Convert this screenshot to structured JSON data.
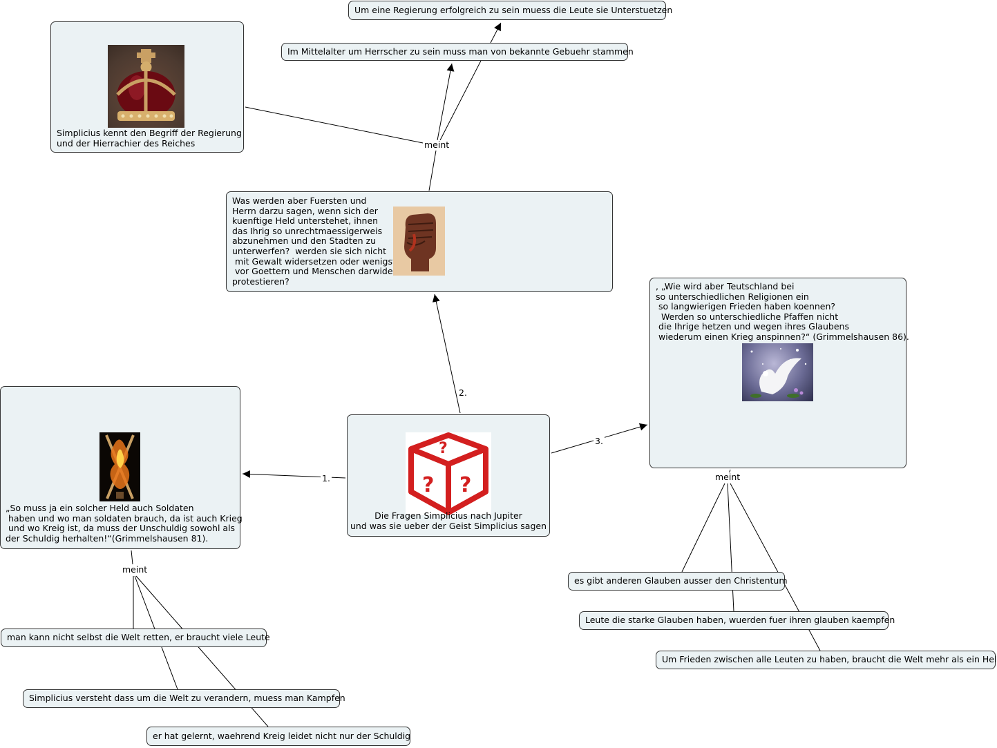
{
  "center": {
    "text": "Die Fragen Simplicius nach Jupiter\nund was sie ueber der Geist Simplicius sagen",
    "icon": "question-dice-icon",
    "colors": {
      "dice": "#d31f1f"
    }
  },
  "left_quote": {
    "text": "„So muss ja ein solcher Held auch Soldaten\n haben und wo man soldaten brauch, da ist auch Krieg\n und wo Kreig ist, da muss der Unschuldig sowohl als\nder Schuldig herhalten!“(Grimmelshausen 81).",
    "icon": "crossed-swords-fire-icon"
  },
  "top_quote": {
    "text": "Was werden aber Fuersten und\nHerrn darzu sagen, wenn sich der\nkuenftige Held unterstehet, ihnen\ndas Ihrig so unrechtmaessigerweis\nabzunehmen und den Stadten zu\nunterwerfen?  werden sie sich nicht\n mit Gewalt widersetzen oder wenigst\n vor Goettern und Menschen darwider\nprotestieren?",
    "icon": "raised-fist-icon"
  },
  "right_quote": {
    "text": ", „Wie wird aber Teutschland bei\nso unterschiedlichen Religionen ein\n so langwierigen Frieden haben koennen?\n  Werden so unterschiedliche Pfaffen nicht\n die Ihrige hetzen und wegen ihres Glaubens\n wiederum einen Krieg anspinnen?“ (Grimmelshausen 86).",
    "icon": "white-dove-icon"
  },
  "crown_node": {
    "text": "Simplicius kennt den Begriff der Regierung\nund der Hierrachier des Reiches",
    "icon": "crown-icon"
  },
  "top_notes": {
    "regierung": "Um eine Regierung erfolgreich zu sein muess die Leute sie Unterstuetzen",
    "mittelalter": "Im Mittelalter um Herrscher zu sein muss man von bekannte Gebuehr stammen"
  },
  "right_notes": {
    "glauben": "es gibt anderen Glauben ausser den Christentum",
    "starke": "Leute die starke Glauben haben, wuerden fuer ihren glauben kaempfen",
    "frieden": "Um Frieden zwischen alle Leuten zu haben, braucht die Welt mehr als ein Held"
  },
  "left_notes": {
    "welt": "man kann nicht selbst die Welt retten, er braucht viele Leute",
    "kampfen": "Simplicius versteht dass um die Welt zu verandern, muess man Kampfen",
    "gelernt": "er hat  gelernt, waehrend Kreig leidet nicht nur der Schuldig"
  },
  "link_labels": {
    "one": "1.",
    "two": "2.",
    "three": "3.",
    "meint_top": "meint",
    "meint_right": "meint",
    "meint_left": "meint"
  }
}
